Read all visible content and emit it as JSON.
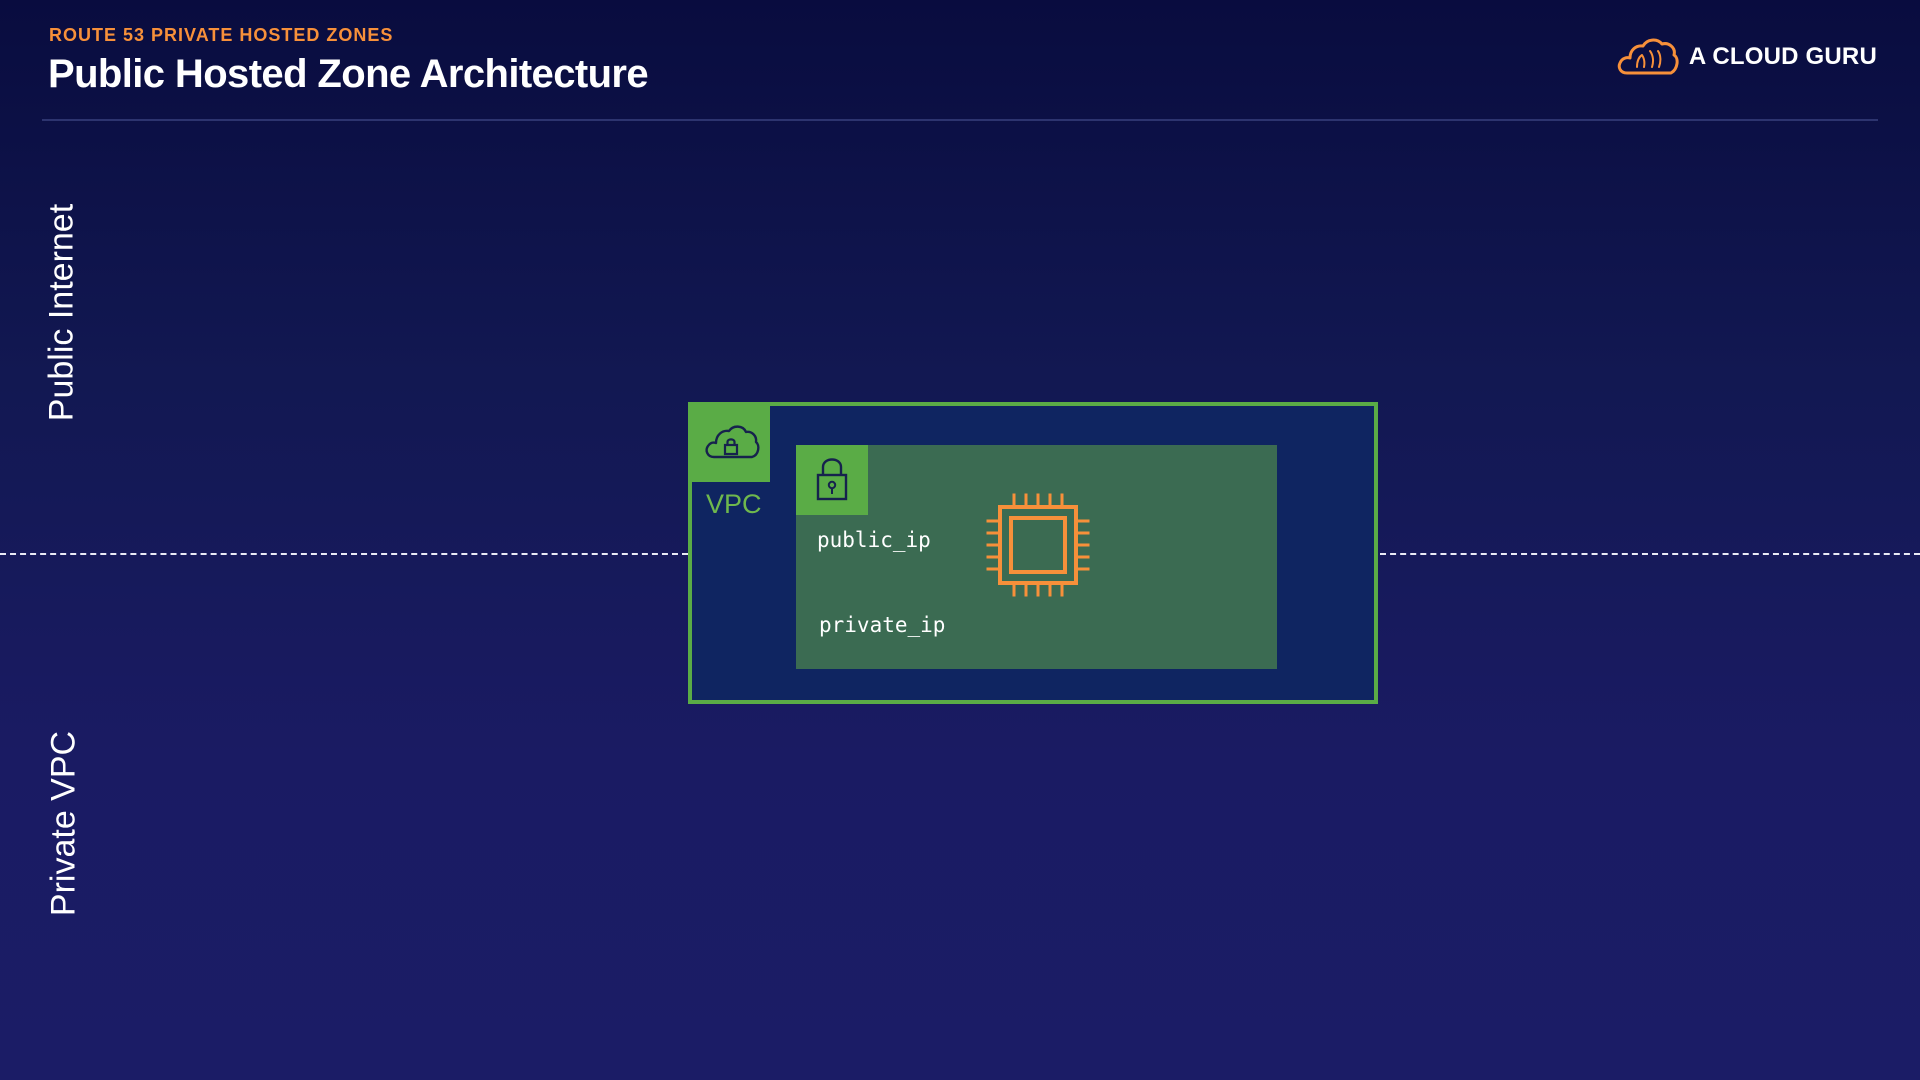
{
  "header": {
    "eyebrow": "ROUTE 53 PRIVATE HOSTED ZONES",
    "title": "Public Hosted Zone Architecture"
  },
  "brand": {
    "name": "A CLOUD GURU",
    "logo_icon": "cloud-logo-icon"
  },
  "zones": {
    "upper_label": "Public Internet",
    "lower_label": "Private VPC"
  },
  "diagram": {
    "vpc": {
      "label": "VPC",
      "icon": "vpc-cloud-lock-icon"
    },
    "subnet": {
      "icon": "padlock-icon",
      "public_ip_label": "public_ip",
      "private_ip_label": "private_ip"
    },
    "instance": {
      "icon": "ec2-chip-icon"
    }
  },
  "colors": {
    "accent_orange": "#f7903a",
    "vpc_green": "#5aac46",
    "subnet_fill": "#3b6b52",
    "vpc_fill": "#0f2561",
    "background_top": "#090c3f",
    "background_bottom": "#1b1c66"
  }
}
